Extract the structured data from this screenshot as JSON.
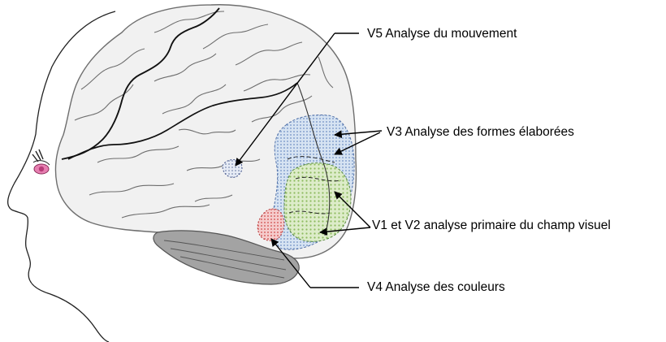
{
  "labels": {
    "v5": "V5 Analyse du mouvement",
    "v3": "V3 Analyse des formes élaborées",
    "v1v2": "V1 et V2 analyse primaire du champ visuel",
    "v4": "V4 Analyse des couleurs"
  },
  "colors": {
    "brain_fill": "#f1f1f1",
    "brain_outline": "#6e6e6e",
    "cerebellum_fill": "#a3a3a3",
    "area_blue": "#b9cde6",
    "area_green": "#c6dfa9",
    "area_red": "#e99a9a",
    "eye_pink": "#e77fb1",
    "leader_line": "#000000"
  }
}
